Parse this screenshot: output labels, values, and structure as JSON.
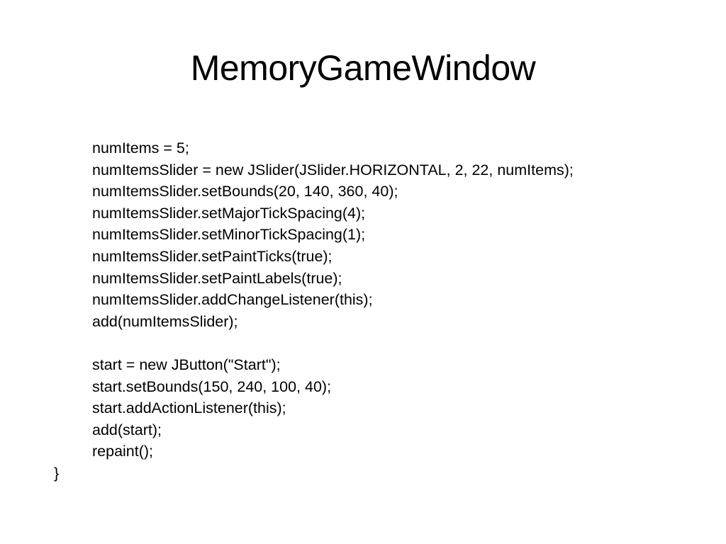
{
  "slide": {
    "title": "MemoryGameWindow",
    "code_lines": [
      {
        "text": "numItems = 5;",
        "indent": true
      },
      {
        "text": "numItemsSlider = new JSlider(JSlider.HORIZONTAL, 2, 22, numItems);",
        "indent": true
      },
      {
        "text": "numItemsSlider.setBounds(20, 140, 360, 40);",
        "indent": true
      },
      {
        "text": "numItemsSlider.setMajorTickSpacing(4);",
        "indent": true
      },
      {
        "text": "numItemsSlider.setMinorTickSpacing(1);",
        "indent": true
      },
      {
        "text": "numItemsSlider.setPaintTicks(true);",
        "indent": true
      },
      {
        "text": "numItemsSlider.setPaintLabels(true);",
        "indent": true
      },
      {
        "text": "numItemsSlider.addChangeListener(this);",
        "indent": true
      },
      {
        "text": "add(numItemsSlider);",
        "indent": true
      },
      {
        "text": "",
        "indent": true
      },
      {
        "text": "start = new JButton(\"Start\");",
        "indent": true
      },
      {
        "text": "start.setBounds(150, 240, 100, 40);",
        "indent": true
      },
      {
        "text": "start.addActionListener(this);",
        "indent": true
      },
      {
        "text": "add(start);",
        "indent": true
      },
      {
        "text": "repaint();",
        "indent": true
      },
      {
        "text": "}",
        "indent": false
      }
    ]
  }
}
